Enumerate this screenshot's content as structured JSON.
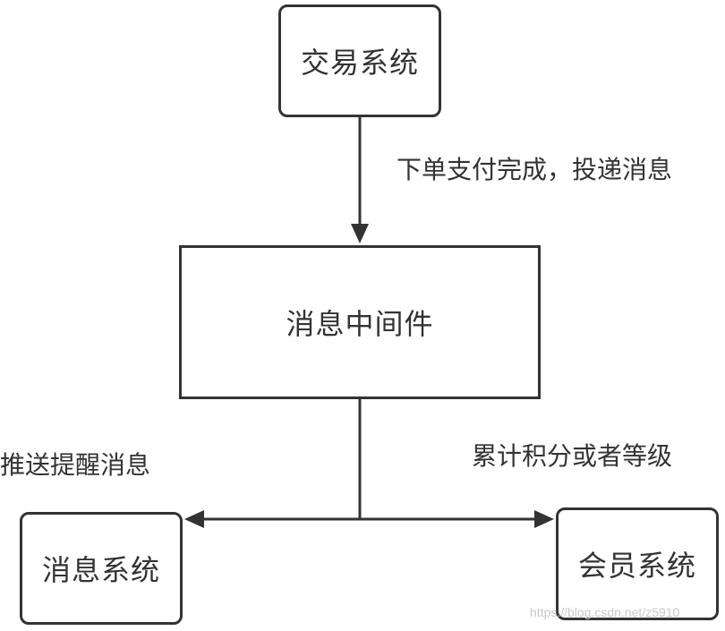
{
  "nodes": {
    "trade": "交易系统",
    "mq": "消息中间件",
    "message": "消息系统",
    "member": "会员系统"
  },
  "edges": {
    "pay_label": "下单支付完成，投递消息",
    "push_label": "推送提醒消息",
    "points_label": "累计积分或者等级"
  },
  "watermark": "https://blog.csdn.net/z5910"
}
